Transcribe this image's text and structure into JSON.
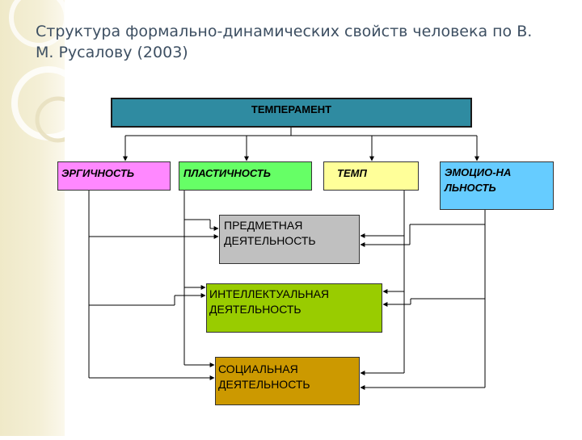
{
  "slide": {
    "title": "Структура формально-динамических свойств  человека по В. М. Русалову (2003)"
  },
  "diagram": {
    "root": "ТЕМПЕРАМЕНТ",
    "properties": [
      "ЭРГИЧНОСТЬ",
      "ПЛАСТИЧНОСТЬ",
      "ТЕМП",
      "ЭМОЦИО-НАЛЬНОСТЬ"
    ],
    "activities": [
      "ПРЕДМЕТНАЯ ДЕЯТЕЛЬНОСТЬ",
      "ИНТЕЛЛЕКТУАЛЬНАЯ ДЕЯТЕЛЬНОСТЬ",
      "СОЦИАЛЬНАЯ ДЕЯТЕЛЬНОСТЬ"
    ]
  },
  "colors": {
    "root": "#2f8ba1",
    "ergichnost": "#ff88ff",
    "plastichnost": "#66ff66",
    "temp": "#ffff99",
    "emotsionalnost": "#66ccff",
    "predmetnaya": "#c0c0c0",
    "intellektualnaya": "#99cc00",
    "sotsialnaya": "#cc9900"
  }
}
